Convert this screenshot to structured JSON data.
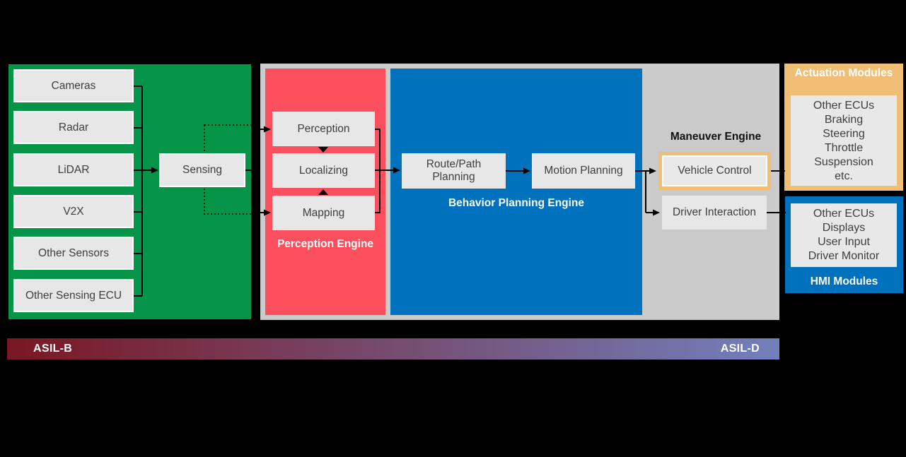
{
  "sensing_stage": {
    "panel_color": "#069448",
    "sensors": [
      "Cameras",
      "Radar",
      "LiDAR",
      "V2X",
      "Other Sensors",
      "Other Sensing ECU"
    ],
    "hub": "Sensing"
  },
  "perception_engine": {
    "panel_color": "#fc4f5e",
    "title": "Perception Engine",
    "modules": [
      "Perception",
      "Localizing",
      "Mapping"
    ]
  },
  "behavior_planning_engine": {
    "panel_color": "#0071bc",
    "title": "Behavior Planning Engine",
    "modules": [
      "Route/Path Planning",
      "Motion Planning"
    ]
  },
  "maneuver_engine": {
    "panel_color": "#cbcbcb",
    "title": "Maneuver Engine",
    "modules": [
      "Vehicle Control",
      "Driver Interaction"
    ],
    "highlight_border_color": "#f0bf75"
  },
  "actuation_modules": {
    "panel_color": "#f0bf75",
    "title": "Actuation Modules",
    "items": [
      "Other ECUs",
      "Braking",
      "Steering",
      "Throttle",
      "Suspension",
      "etc."
    ]
  },
  "hmi_modules": {
    "panel_color": "#0071bc",
    "title": "HMI Modules",
    "items": [
      "Other ECUs",
      "Displays",
      "User Input",
      "Driver Monitor"
    ]
  },
  "asil_scale": {
    "left_label": "ASIL-B",
    "right_label": "ASIL-D",
    "gradient_start": "#7a1723",
    "gradient_end": "#7280bd"
  }
}
